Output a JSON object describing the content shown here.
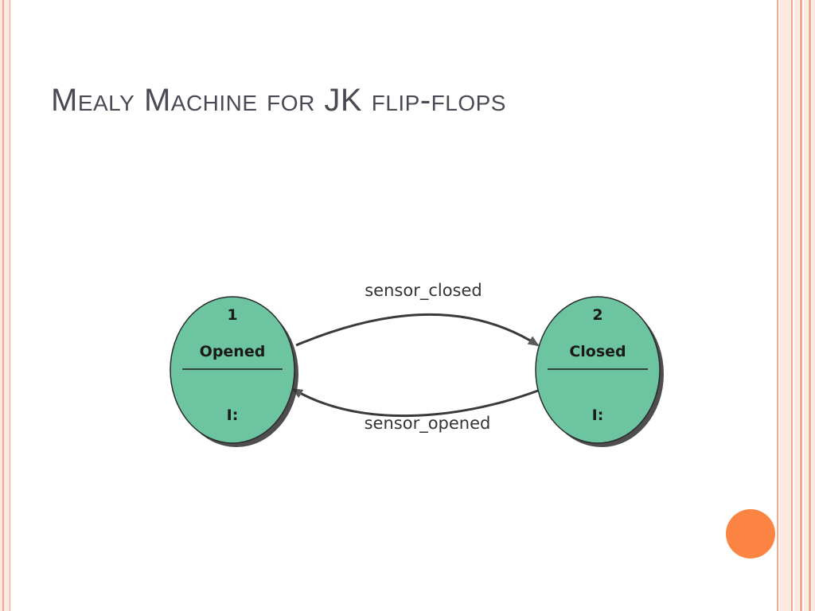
{
  "slide": {
    "title": "Mealy Machine for JK flip-flops",
    "colors": {
      "title": "#4a4a55",
      "state_fill": "#6cc5a0",
      "accent_dot": "#fb8442",
      "border_stripes": "#f2a98c"
    }
  },
  "diagram": {
    "states": [
      {
        "number": "1",
        "name": "Opened",
        "output": "I:"
      },
      {
        "number": "2",
        "name": "Closed",
        "output": "I:"
      }
    ],
    "transitions": [
      {
        "from": "1",
        "to": "2",
        "label": "sensor_closed"
      },
      {
        "from": "2",
        "to": "1",
        "label": "sensor_opened"
      }
    ]
  }
}
